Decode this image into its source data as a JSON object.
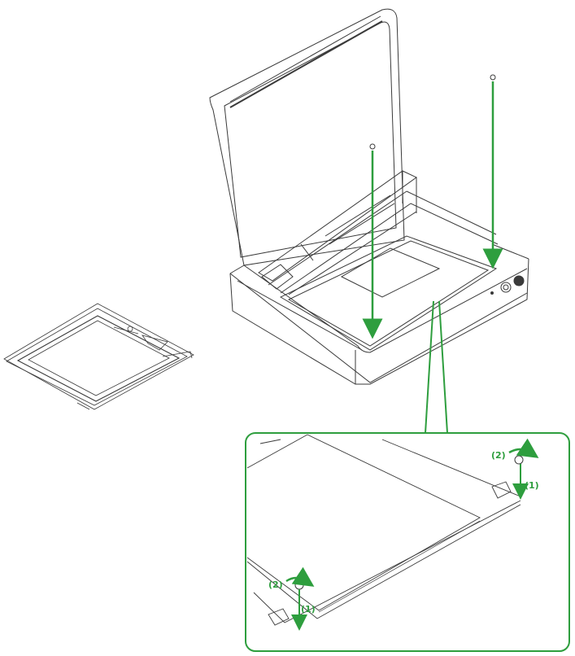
{
  "colors": {
    "accent": "#2e9e3e",
    "line": "#3a3a3a",
    "background": "#ffffff"
  },
  "callouts": {
    "top_right": {
      "step_screw": "(1)",
      "step_turn": "(2)"
    },
    "bottom_left": {
      "step_screw": "(1)",
      "step_turn": "(2)"
    }
  },
  "icons": {
    "arrow": "green-arrow-down-icon",
    "rotate": "rotate-clockwise-icon",
    "screw": "screw-icon"
  }
}
